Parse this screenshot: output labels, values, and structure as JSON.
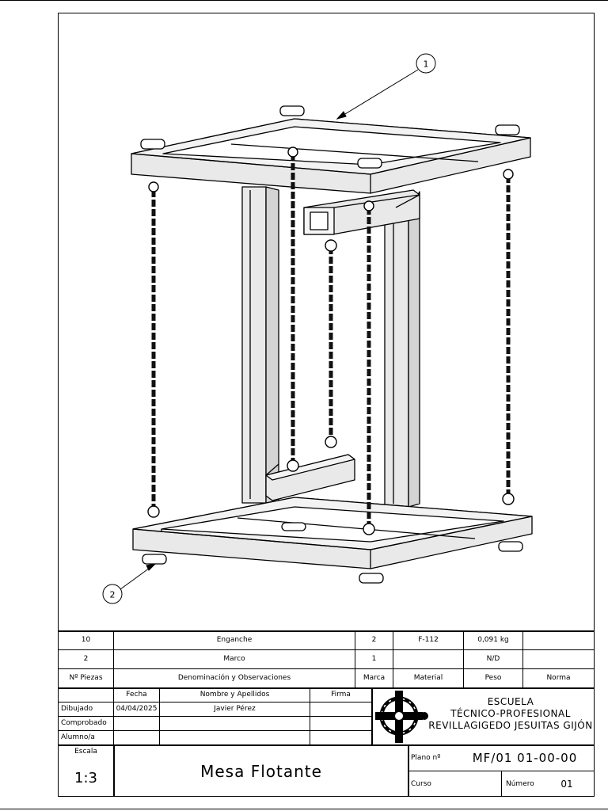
{
  "balloons": [
    "1",
    "2"
  ],
  "parts_list": {
    "rows": [
      {
        "qty": "10",
        "name": "Enganche",
        "marca": "2",
        "material": "F-112",
        "peso": "0,091 kg",
        "norma": ""
      },
      {
        "qty": "2",
        "name": "Marco",
        "marca": "1",
        "material": "",
        "peso": "N/D",
        "norma": ""
      }
    ],
    "headers": {
      "qty": "Nº Piezas",
      "name": "Denominación y Observaciones",
      "marca": "Marca",
      "material": "Material",
      "peso": "Peso",
      "norma": "Norma"
    }
  },
  "title_block": {
    "col_headers": {
      "fecha": "Fecha",
      "nombre": "Nombre y Apellidos",
      "firma": "Firma"
    },
    "roles": [
      {
        "label": "Dibujado",
        "fecha": "04/04/2025",
        "nombre": "Javier Pérez"
      },
      {
        "label": "Comprobado",
        "fecha": "",
        "nombre": ""
      },
      {
        "label": "Alumno/a",
        "fecha": "",
        "nombre": ""
      }
    ],
    "school": {
      "line1": "ESCUELA",
      "line2": "TÉCNICO-PROFESIONAL",
      "line3": "REVILLAGIGEDO JESUITAS GIJÓN"
    },
    "escala_label": "Escala",
    "escala_value": "1:3",
    "title": "Mesa Flotante",
    "plano_label": "Plano nº",
    "plano_value": "MF/01 01-00-00",
    "curso_label": "Curso",
    "curso_value": "",
    "numero_label": "Número",
    "numero_value": "01"
  },
  "colors": {
    "ink": "#000000",
    "paper": "#ffffff",
    "steel": "#e6e6e6",
    "chain": "#1a1a1a"
  }
}
